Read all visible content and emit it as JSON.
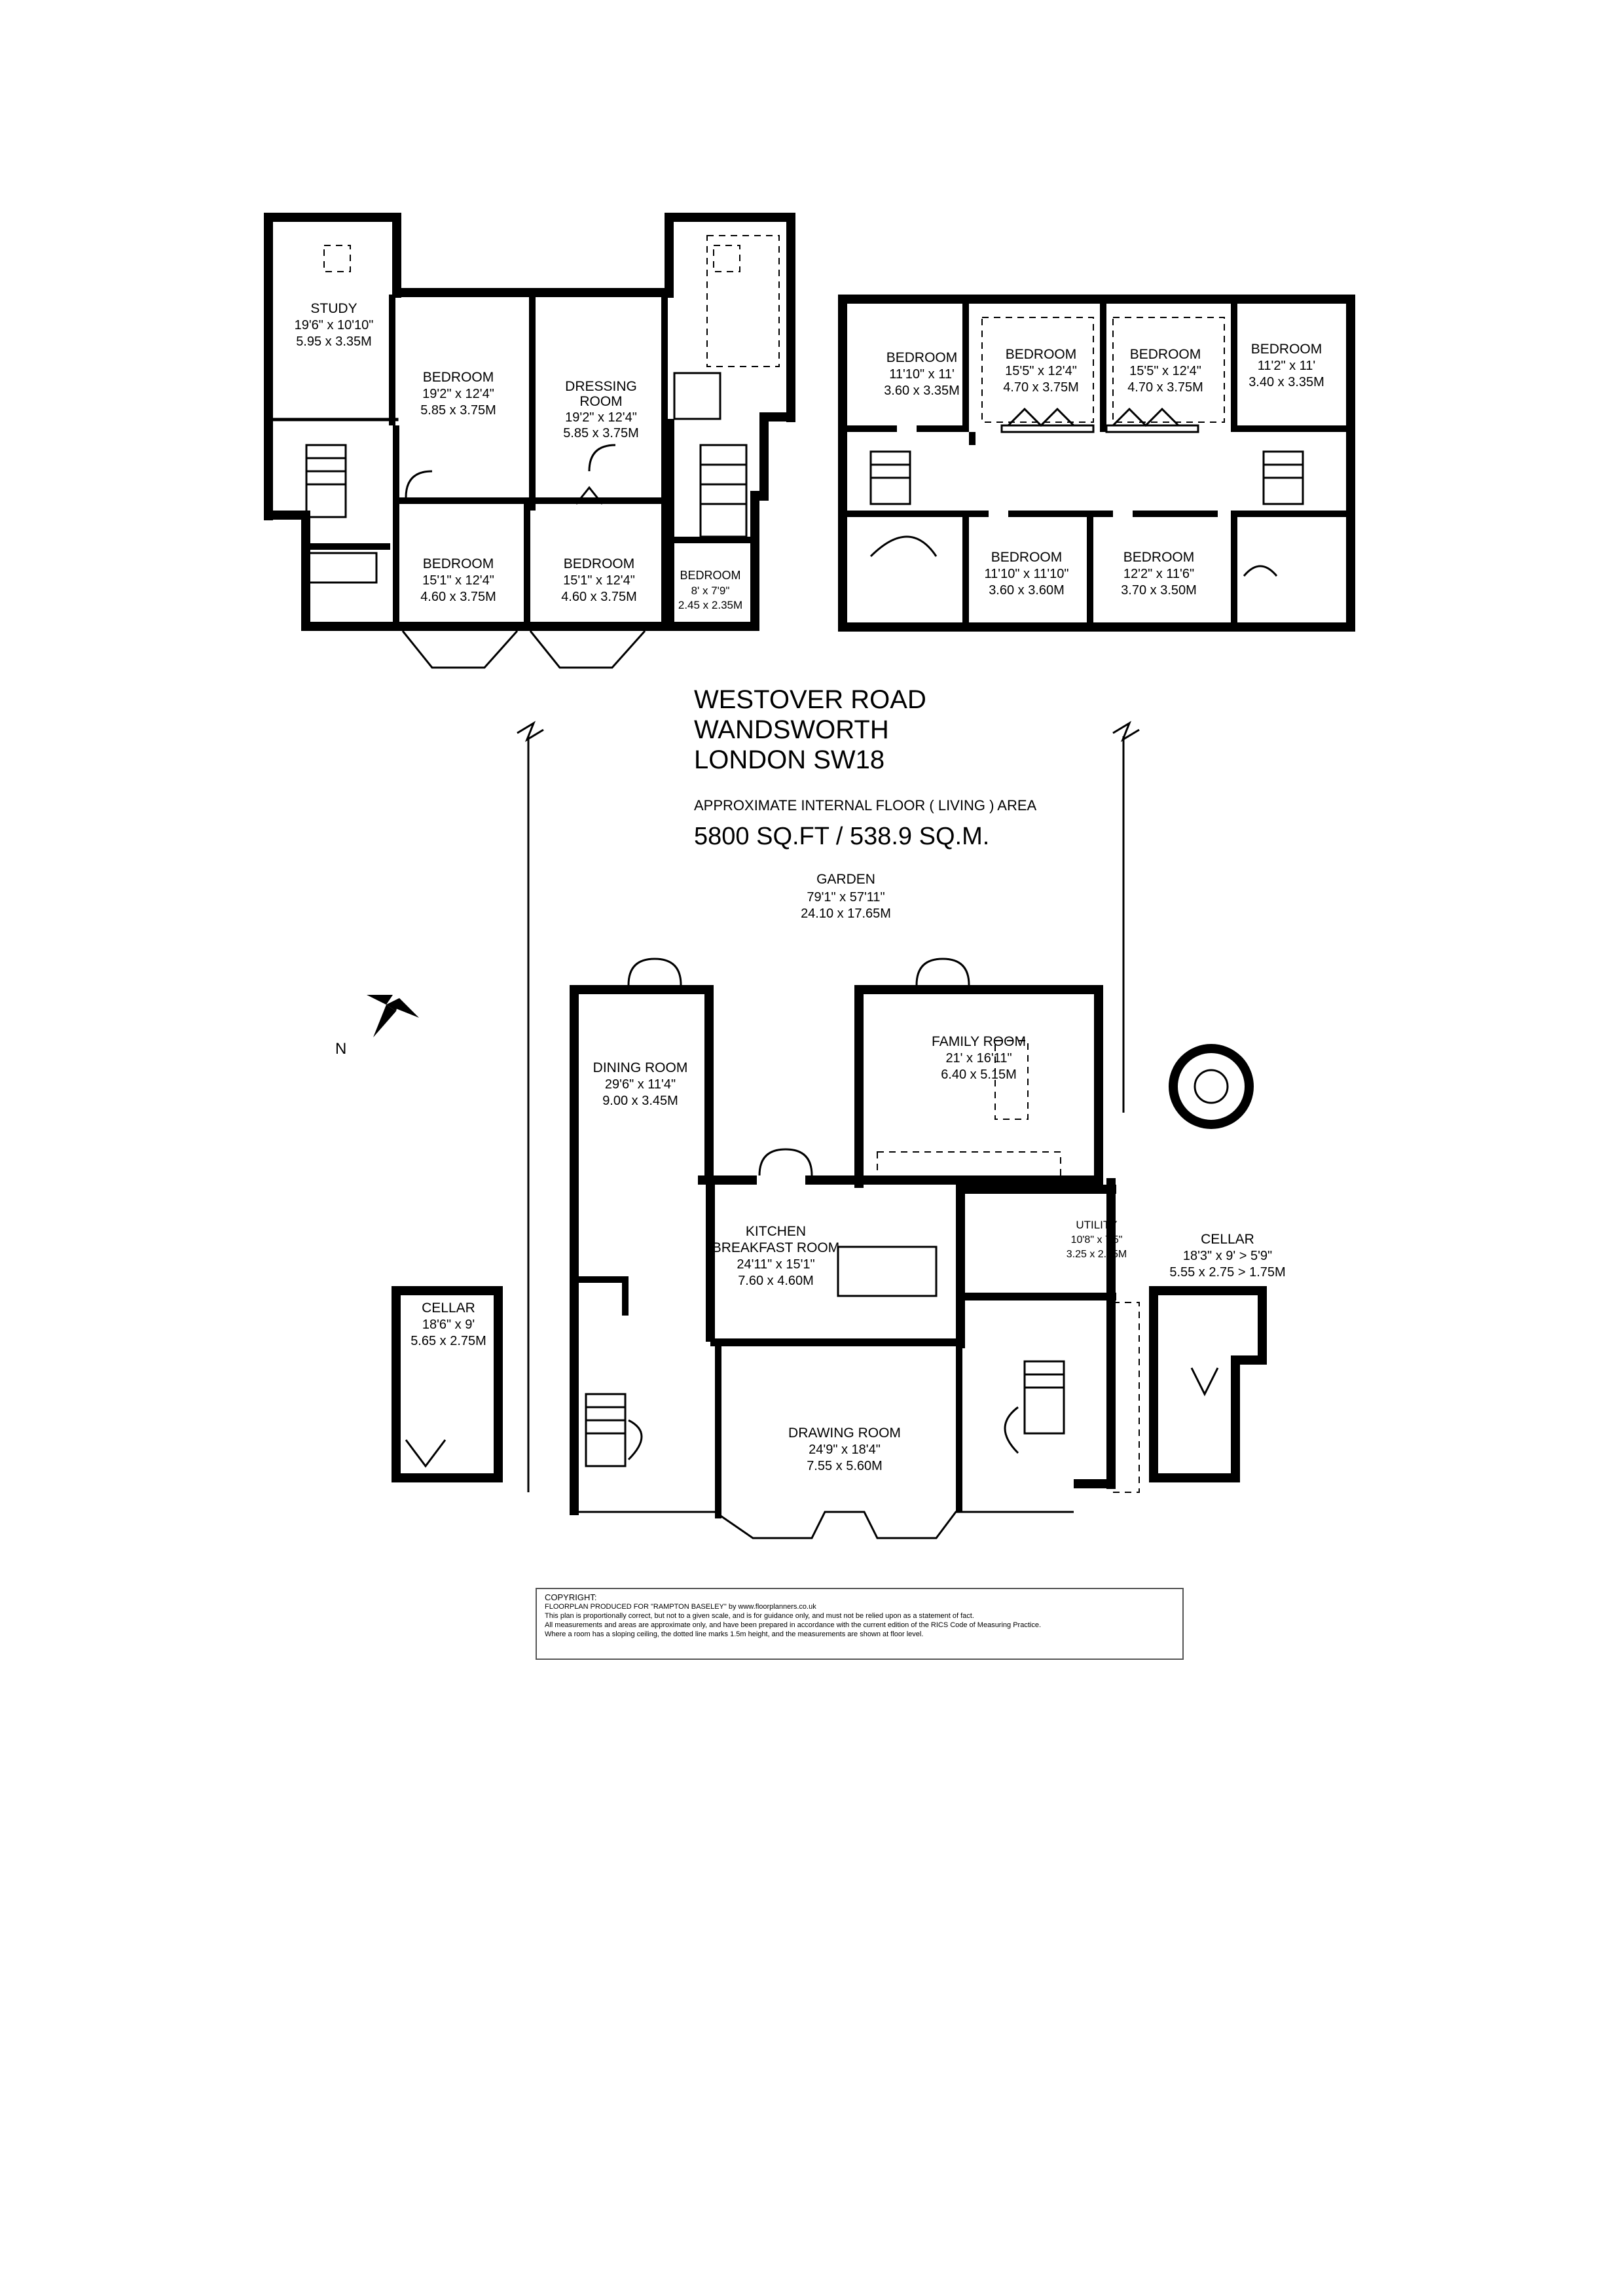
{
  "address": {
    "line1": "WESTOVER ROAD",
    "line2": "WANDSWORTH",
    "line3": "LONDON SW18"
  },
  "area": {
    "caption": "APPROXIMATE INTERNAL FLOOR ( LIVING ) AREA",
    "value": "5800 SQ.FT / 538.9 SQ.M."
  },
  "garden": {
    "name": "GARDEN",
    "dim_imperial": "79'1\" x 57'11\"",
    "dim_metric": "24.10  x 17.65M"
  },
  "compass": {
    "label": "N",
    "icon": "compass-rose-icon"
  },
  "first_floor": {
    "rooms": [
      {
        "name": "STUDY",
        "dim_imperial": "19'6\" x 10'10\"",
        "dim_metric": "5.95 x 3.35M"
      },
      {
        "name": "BEDROOM",
        "dim_imperial": "19'2\" x 12'4\"",
        "dim_metric": "5.85 x 3.75M"
      },
      {
        "name": "DRESSING",
        "name2": "ROOM",
        "dim_imperial": "19'2\" x 12'4\"",
        "dim_metric": "5.85 x 3.75M"
      },
      {
        "name": "BEDROOM",
        "dim_imperial": "15'1\" x 12'4\"",
        "dim_metric": "4.60 x 3.75M"
      },
      {
        "name": "BEDROOM",
        "dim_imperial": "15'1\" x 12'4\"",
        "dim_metric": "4.60 x 3.75M"
      },
      {
        "name": "BEDROOM",
        "dim_imperial": "8' x 7'9\"",
        "dim_metric": "2.45 x 2.35M"
      }
    ]
  },
  "second_floor": {
    "rooms": [
      {
        "name": "BEDROOM",
        "dim_imperial": "11'10\" x 11'",
        "dim_metric": "3.60 x 3.35M"
      },
      {
        "name": "BEDROOM",
        "dim_imperial": "15'5\" x 12'4\"",
        "dim_metric": "4.70 x 3.75M"
      },
      {
        "name": "BEDROOM",
        "dim_imperial": "15'5\" x 12'4\"",
        "dim_metric": "4.70 x 3.75M"
      },
      {
        "name": "BEDROOM",
        "dim_imperial": "11'2\" x 11'",
        "dim_metric": "3.40 x 3.35M"
      },
      {
        "name": "BEDROOM",
        "dim_imperial": "11'10\" x 11'10\"",
        "dim_metric": "3.60 x 3.60M"
      },
      {
        "name": "BEDROOM",
        "dim_imperial": "12'2\" x 11'6\"",
        "dim_metric": "3.70 x 3.50M"
      }
    ]
  },
  "ground_floor": {
    "rooms": [
      {
        "name": "DINING ROOM",
        "dim_imperial": "29'6\" x 11'4\"",
        "dim_metric": "9.00 x 3.45M"
      },
      {
        "name": "FAMILY ROOM",
        "dim_imperial": "21' x 16'11\"",
        "dim_metric": "6.40 x 5.15M"
      },
      {
        "name": "KITCHEN",
        "name2": "BREAKFAST ROOM",
        "dim_imperial": "24'11\" x 15'1\"",
        "dim_metric": "7.60 x 4.60M"
      },
      {
        "name": "UTILITY",
        "dim_imperial": "10'8\" x 7'5\"",
        "dim_metric": "3.25 x 2.25M"
      },
      {
        "name": "DRAWING ROOM",
        "dim_imperial": "24'9\" x 18'4\"",
        "dim_metric": "7.55 x 5.60M"
      }
    ]
  },
  "cellars": [
    {
      "name": "CELLAR",
      "dim_imperial": "18'6\" x 9'",
      "dim_metric": "5.65 x 2.75M"
    },
    {
      "name": "CELLAR",
      "dim_imperial": "18'3\" x 9' > 5'9\"",
      "dim_metric": "5.55 x 2.75 > 1.75M"
    }
  ],
  "copyright": {
    "title": "COPYRIGHT:",
    "lines": [
      "FLOORPLAN PRODUCED FOR \"RAMPTON BASELEY\" by www.floorplanners.co.uk",
      "This plan is proportionally correct, but not to a given scale, and is for guidance only, and must not be relied upon as a statement of fact.",
      "All measurements and areas are approximate only, and have been prepared in accordance with the current edition of the RICS Code of Measuring Practice.",
      "Where a room has a sloping ceiling, the dotted line marks 1.5m height, and the measurements are shown at floor level."
    ]
  }
}
